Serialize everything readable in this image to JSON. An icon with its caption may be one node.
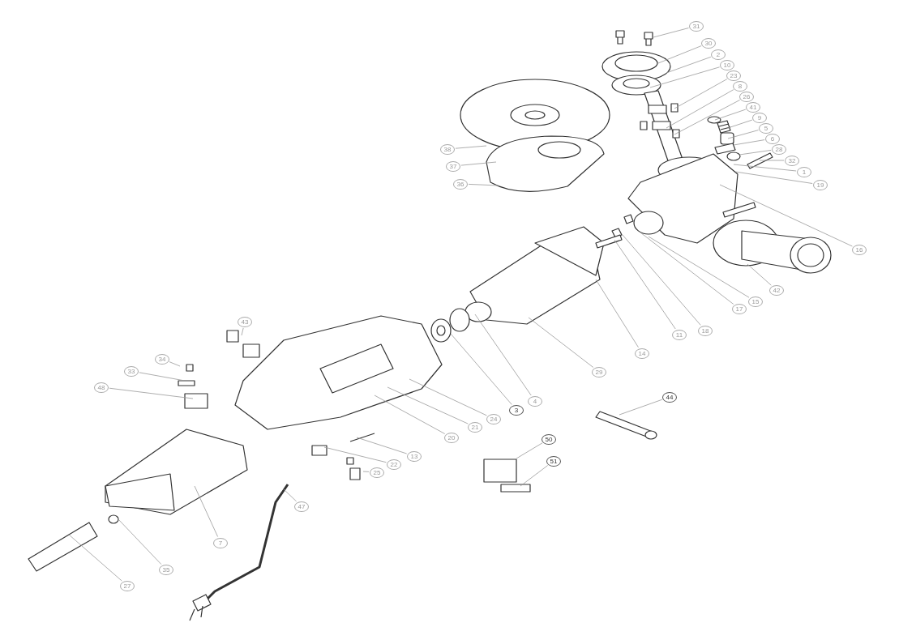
{
  "diagram": {
    "nodes": [
      {
        "text": [
          "31"
        ]
      },
      {
        "text": [
          "30"
        ]
      },
      {
        "text": [
          "2"
        ]
      },
      {
        "text": [
          "10"
        ]
      },
      {
        "text": [
          "23"
        ]
      },
      {
        "text": [
          "8"
        ]
      },
      {
        "text": [
          "26"
        ]
      },
      {
        "text": [
          "41"
        ]
      },
      {
        "text": [
          "9"
        ]
      },
      {
        "text": [
          "5"
        ]
      },
      {
        "text": [
          "6"
        ]
      },
      {
        "text": [
          "28"
        ]
      },
      {
        "text": [
          "38"
        ]
      },
      {
        "text": [
          "32"
        ]
      },
      {
        "text": [
          "1"
        ]
      },
      {
        "text": [
          "37"
        ]
      },
      {
        "text": [
          "19"
        ]
      },
      {
        "text": [
          "36"
        ]
      },
      {
        "text": [
          "16"
        ]
      },
      {
        "text": [
          "42"
        ]
      },
      {
        "text": [
          "15"
        ]
      },
      {
        "text": [
          "17"
        ]
      },
      {
        "text": [
          "43"
        ]
      },
      {
        "text": [
          "18"
        ]
      },
      {
        "text": [
          "11"
        ]
      },
      {
        "text": [
          "14"
        ]
      },
      {
        "text": [
          "34"
        ]
      },
      {
        "text": [
          "33"
        ]
      },
      {
        "text": [
          "29"
        ]
      },
      {
        "text": [
          "48"
        ]
      },
      {
        "text": [
          "4"
        ]
      },
      {
        "text": [
          "3"
        ]
      },
      {
        "text": [
          "44"
        ]
      },
      {
        "text": [
          "24"
        ]
      },
      {
        "text": [
          "21"
        ]
      },
      {
        "text": [
          "20"
        ]
      },
      {
        "text": [
          "50"
        ]
      },
      {
        "text": [
          "13"
        ]
      },
      {
        "text": [
          "51"
        ]
      },
      {
        "text": [
          "22"
        ]
      },
      {
        "text": [
          "25"
        ]
      },
      {
        "text": [
          "47"
        ]
      },
      {
        "text": [
          "7"
        ]
      },
      {
        "text": [
          "35"
        ]
      },
      {
        "text": [
          "27"
        ]
      }
    ],
    "edges": [
      {
        "from": 0,
        "to": null,
        "arrow": "none"
      },
      {
        "from": 1,
        "to": null,
        "arrow": "none"
      },
      {
        "from": 2,
        "to": null,
        "arrow": "none"
      },
      {
        "from": 3,
        "to": null,
        "arrow": "none"
      },
      {
        "from": 4,
        "to": null,
        "arrow": "none"
      },
      {
        "from": 5,
        "to": null,
        "arrow": "none"
      },
      {
        "from": 6,
        "to": null,
        "arrow": "none"
      },
      {
        "from": 7,
        "to": null,
        "arrow": "none"
      },
      {
        "from": 8,
        "to": null,
        "arrow": "none"
      },
      {
        "from": 9,
        "to": null,
        "arrow": "none"
      },
      {
        "from": 10,
        "to": null,
        "arrow": "none"
      },
      {
        "from": 11,
        "to": null,
        "arrow": "none"
      },
      {
        "from": 12,
        "to": null,
        "arrow": "none"
      },
      {
        "from": 13,
        "to": null,
        "arrow": "none"
      },
      {
        "from": 14,
        "to": null,
        "arrow": "none"
      },
      {
        "from": 15,
        "to": null,
        "arrow": "none"
      },
      {
        "from": 16,
        "to": null,
        "arrow": "none"
      },
      {
        "from": 17,
        "to": null,
        "arrow": "none"
      },
      {
        "from": 18,
        "to": null,
        "arrow": "none"
      },
      {
        "from": 19,
        "to": null,
        "arrow": "none"
      },
      {
        "from": 20,
        "to": null,
        "arrow": "none"
      },
      {
        "from": 21,
        "to": null,
        "arrow": "none"
      },
      {
        "from": 22,
        "to": null,
        "arrow": "none"
      },
      {
        "from": 23,
        "to": null,
        "arrow": "none"
      },
      {
        "from": 24,
        "to": null,
        "arrow": "none"
      },
      {
        "from": 25,
        "to": null,
        "arrow": "none"
      },
      {
        "from": 26,
        "to": null,
        "arrow": "none"
      },
      {
        "from": 27,
        "to": null,
        "arrow": "none"
      },
      {
        "from": 28,
        "to": null,
        "arrow": "none"
      },
      {
        "from": 29,
        "to": null,
        "arrow": "none"
      },
      {
        "from": 30,
        "to": null,
        "arrow": "none"
      },
      {
        "from": 31,
        "to": null,
        "arrow": "none"
      },
      {
        "from": 32,
        "to": null,
        "arrow": "none"
      },
      {
        "from": 33,
        "to": null,
        "arrow": "none"
      },
      {
        "from": 34,
        "to": null,
        "arrow": "none"
      },
      {
        "from": 35,
        "to": null,
        "arrow": "none"
      },
      {
        "from": 36,
        "to": null,
        "arrow": "none"
      },
      {
        "from": 37,
        "to": null,
        "arrow": "none"
      },
      {
        "from": 38,
        "to": null,
        "arrow": "none"
      },
      {
        "from": 39,
        "to": null,
        "arrow": "none"
      },
      {
        "from": 40,
        "to": null,
        "arrow": "none"
      },
      {
        "from": 41,
        "to": null,
        "arrow": "none"
      },
      {
        "from": 42,
        "to": null,
        "arrow": "none"
      },
      {
        "from": 43,
        "to": null,
        "arrow": "none"
      },
      {
        "from": 44,
        "to": null,
        "arrow": "none"
      }
    ]
  }
}
